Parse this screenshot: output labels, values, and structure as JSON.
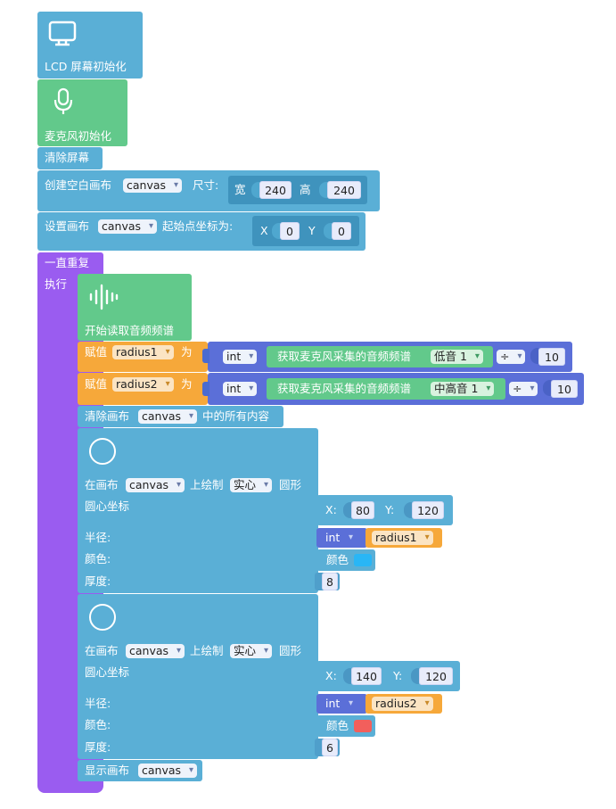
{
  "lcd": {
    "label": "LCD 屏幕初始化",
    "icon": "monitor-icon"
  },
  "mic": {
    "label": "麦克风初始化",
    "icon": "microphone-icon"
  },
  "clear_screen": {
    "label": "清除屏幕"
  },
  "create_canvas": {
    "label": "创建空白画布",
    "canvas": "canvas",
    "size_label": "尺寸:",
    "width_label": "宽",
    "width": "240",
    "height_label": "高",
    "height": "240"
  },
  "set_canvas": {
    "label": "设置画布",
    "canvas": "canvas",
    "origin_label": "起始点坐标为:",
    "x_label": "X",
    "x": "0",
    "y_label": "Y",
    "y": "0"
  },
  "loop": {
    "label": "一直重复",
    "do_label": "执行"
  },
  "audio_start": {
    "label": "开始读取音频频谱",
    "icon": "audio-wave-icon"
  },
  "assign1": {
    "label": "赋值",
    "var": "radius1",
    "as": "为",
    "type": "int",
    "func": "获取麦克风采集的音频频谱",
    "band": "低音 1",
    "op": "÷",
    "divisor": "10"
  },
  "assign2": {
    "label": "赋值",
    "var": "radius2",
    "as": "为",
    "type": "int",
    "func": "获取麦克风采集的音频频谱",
    "band": "中高音 1",
    "op": "÷",
    "divisor": "10"
  },
  "clear_canvas": {
    "label": "清除画布",
    "canvas": "canvas",
    "suffix": "中的所有内容"
  },
  "circle1": {
    "icon": "circle-icon",
    "on_label": "在画布",
    "canvas": "canvas",
    "draw_label": "上绘制",
    "fill": "实心",
    "shape_label": "圆形",
    "center_label": "圆心坐标",
    "x_label": "X:",
    "x": "80",
    "y_label": "Y:",
    "y": "120",
    "radius_label": "半径:",
    "radius_type": "int",
    "radius_var": "radius1",
    "color_label": "颜色:",
    "color_word": "颜色",
    "color": "#29b6f6",
    "thickness_label": "厚度:",
    "thickness": "8"
  },
  "circle2": {
    "icon": "circle-icon",
    "on_label": "在画布",
    "canvas": "canvas",
    "draw_label": "上绘制",
    "fill": "实心",
    "shape_label": "圆形",
    "center_label": "圆心坐标",
    "x_label": "X:",
    "x": "140",
    "y_label": "Y:",
    "y": "120",
    "radius_label": "半径:",
    "radius_type": "int",
    "radius_var": "radius2",
    "color_label": "颜色:",
    "color_word": "颜色",
    "color": "#f25f5c",
    "thickness_label": "厚度:",
    "thickness": "6"
  },
  "show_canvas": {
    "label": "显示画布",
    "canvas": "canvas"
  }
}
